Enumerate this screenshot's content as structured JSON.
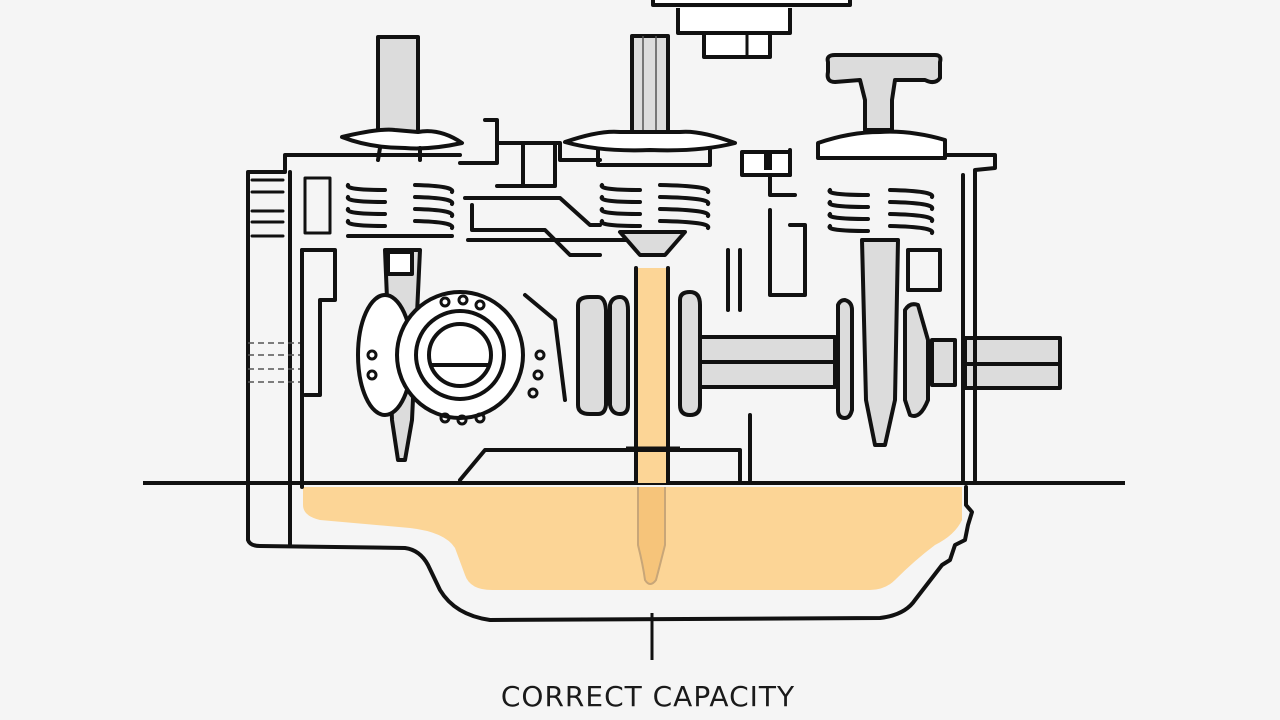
{
  "caption": "CORRECT CAPACITY",
  "colors": {
    "background": "#f5f5f5",
    "oil": "#fcd596",
    "oil_dark": "#f6c47a",
    "line": "#111111",
    "metal": "#dcdcdc"
  },
  "diagram": {
    "subject": "engine cross-section with oil pan",
    "components": [
      "valve-stem-left",
      "valve-stem-center",
      "valve-t-handle-right",
      "top-cap",
      "valve-springs",
      "crankshaft",
      "camshaft-gear",
      "dipstick",
      "oil-pan",
      "oil-fill-level-line"
    ]
  }
}
